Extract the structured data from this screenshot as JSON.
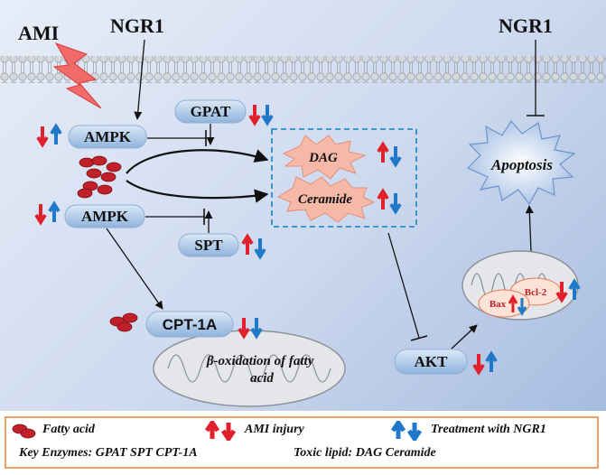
{
  "labels": {
    "ami": "AMI",
    "ngr1_left": "NGR1",
    "ngr1_right": "NGR1",
    "ampk_top": "AMPK",
    "ampk_bottom": "AMPK",
    "gpat": "GPAT",
    "spt": "SPT",
    "dag": "DAG",
    "ceramide": "Ceramide",
    "apoptosis": "Apoptosis",
    "cpt1a": "CPT-1A",
    "beta_oxidation": "β-oxidation of fatty acid",
    "akt": "AKT",
    "bcl2": "Bcl-2",
    "bax": "Bax"
  },
  "legend": {
    "fatty_acid": "Fatty acid",
    "ami_injury": "AMI injury",
    "treatment": "Treatment with NGR1",
    "key_enzymes": "Key Enzymes: GPAT SPT CPT-1A",
    "toxic_lipid": "Toxic lipid: DAG Ceramide"
  },
  "colors": {
    "injury_arrow": "#e0202a",
    "treatment_arrow": "#1f78c8",
    "node_fill": "#a9c7e6",
    "burst_fill": "#f7b9a7",
    "lipid_box": "#2a8fc4",
    "legend_border": "#e9a36a",
    "fatty_acid": "#c0202a"
  }
}
